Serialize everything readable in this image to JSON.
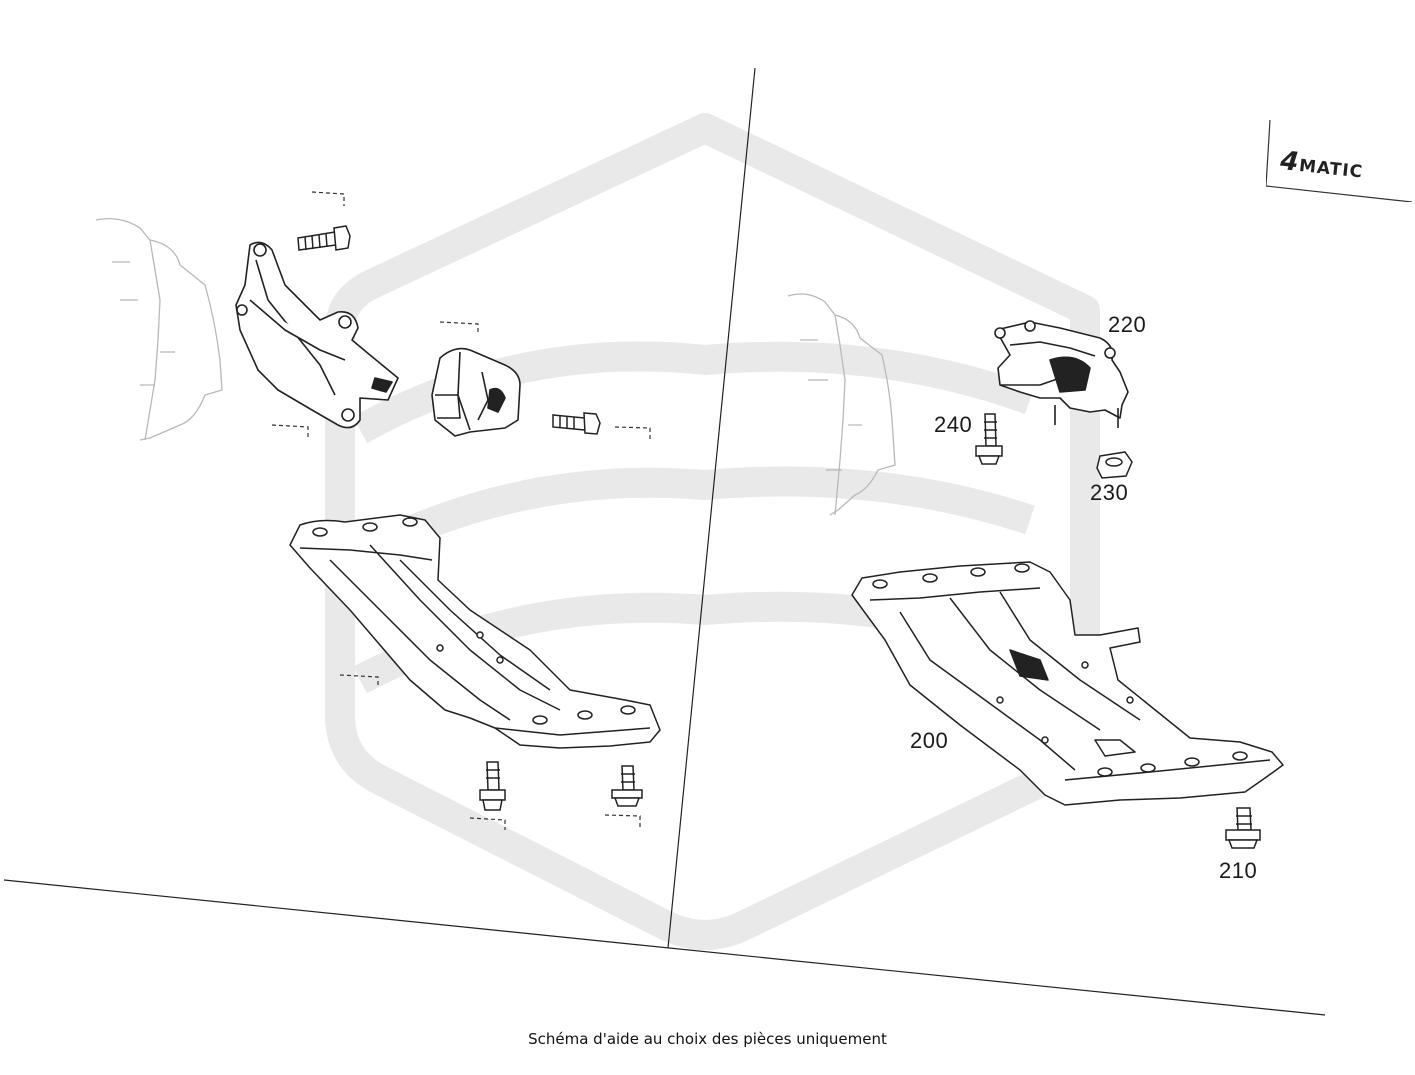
{
  "diagram": {
    "caption": "Schéma d'aide au choix des pièces uniquement",
    "badge": {
      "number": "4",
      "text": "MATIC"
    },
    "callouts": {
      "p200": "200",
      "p210": "210",
      "p220": "220",
      "p230": "230",
      "p240": "240"
    },
    "colors": {
      "line": "#222222",
      "watermark": "#e8e8e8",
      "sketch": "#b5b5b5"
    }
  }
}
